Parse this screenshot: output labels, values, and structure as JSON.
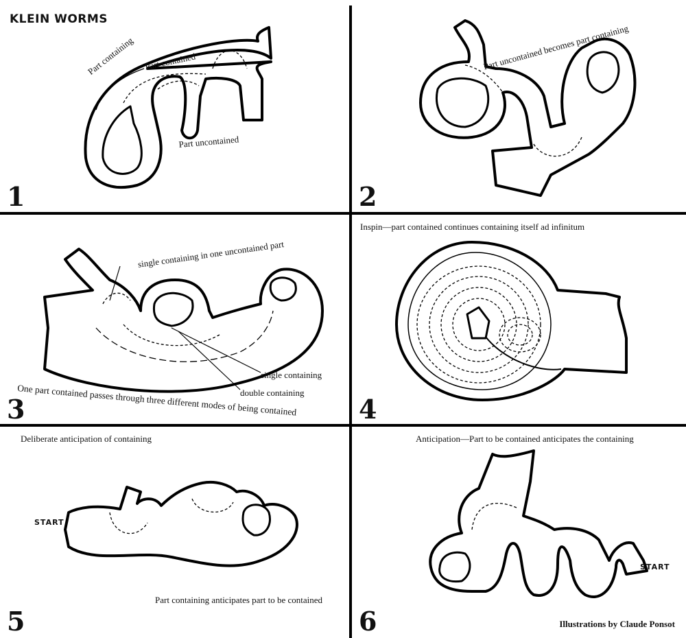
{
  "title": "KLEIN WORMS",
  "credit": "Illustrations by Claude Ponsot",
  "panels": [
    {
      "number": "1",
      "captions": [
        "Part containing",
        "Part contained",
        "Part uncontained"
      ]
    },
    {
      "number": "2",
      "captions": [
        "Part uncontained becomes part containing"
      ]
    },
    {
      "number": "3",
      "captions": [
        "single containing in one uncontained part",
        "single containing",
        "double containing",
        "One part contained passes through three different modes of being contained"
      ]
    },
    {
      "number": "4",
      "captions": [
        "Inspin—part contained continues containing itself ad infinitum"
      ]
    },
    {
      "number": "5",
      "captions": [
        "Deliberate anticipation of containing",
        "Part containing anticipates part to be contained"
      ],
      "start_label": "START"
    },
    {
      "number": "6",
      "captions": [
        "Anticipation—Part to be contained anticipates the containing"
      ],
      "start_label": "START"
    }
  ]
}
